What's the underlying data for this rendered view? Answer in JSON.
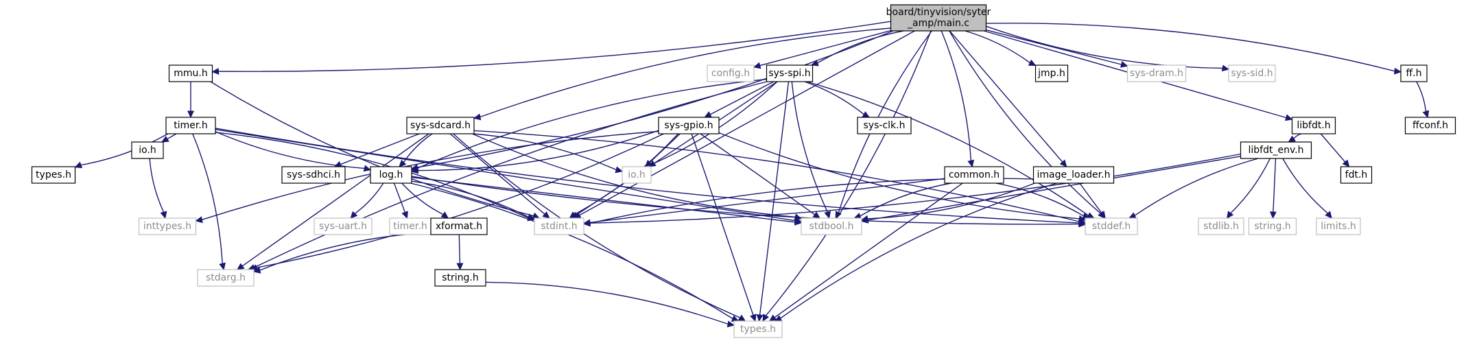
{
  "graph": {
    "nodes": [
      {
        "id": "main",
        "lines": [
          "board/tinyvision/syter",
          "_amp/main.c"
        ],
        "style": "root"
      },
      {
        "id": "mmu",
        "lines": [
          "mmu.h"
        ],
        "style": "black"
      },
      {
        "id": "config",
        "lines": [
          "config.h"
        ],
        "style": "gray"
      },
      {
        "id": "sysspi",
        "lines": [
          "sys-spi.h"
        ],
        "style": "black"
      },
      {
        "id": "jmp",
        "lines": [
          "jmp.h"
        ],
        "style": "black"
      },
      {
        "id": "sysdram",
        "lines": [
          "sys-dram.h"
        ],
        "style": "gray"
      },
      {
        "id": "syssid",
        "lines": [
          "sys-sid.h"
        ],
        "style": "gray"
      },
      {
        "id": "ff",
        "lines": [
          "ff.h"
        ],
        "style": "black"
      },
      {
        "id": "ffconf",
        "lines": [
          "ffconf.h"
        ],
        "style": "black"
      },
      {
        "id": "libfdt",
        "lines": [
          "libfdt.h"
        ],
        "style": "black"
      },
      {
        "id": "fdt",
        "lines": [
          "fdt.h"
        ],
        "style": "black"
      },
      {
        "id": "libfdtenv",
        "lines": [
          "libfdt_env.h"
        ],
        "style": "black"
      },
      {
        "id": "timer",
        "lines": [
          "timer.h"
        ],
        "style": "black"
      },
      {
        "id": "syssdcard",
        "lines": [
          "sys-sdcard.h"
        ],
        "style": "black"
      },
      {
        "id": "sysgpio",
        "lines": [
          "sys-gpio.h"
        ],
        "style": "black"
      },
      {
        "id": "sysclk",
        "lines": [
          "sys-clk.h"
        ],
        "style": "black"
      },
      {
        "id": "typesb",
        "lines": [
          "types.h"
        ],
        "style": "black"
      },
      {
        "id": "ioh",
        "lines": [
          "io.h"
        ],
        "style": "black"
      },
      {
        "id": "sdhci",
        "lines": [
          "sys-sdhci.h"
        ],
        "style": "black"
      },
      {
        "id": "log",
        "lines": [
          "log.h"
        ],
        "style": "black"
      },
      {
        "id": "iog",
        "lines": [
          "io.h"
        ],
        "style": "gray"
      },
      {
        "id": "common",
        "lines": [
          "common.h"
        ],
        "style": "black"
      },
      {
        "id": "imgldr",
        "lines": [
          "image_loader.h"
        ],
        "style": "black"
      },
      {
        "id": "inttypes",
        "lines": [
          "inttypes.h"
        ],
        "style": "gray"
      },
      {
        "id": "sysuart",
        "lines": [
          "sys-uart.h"
        ],
        "style": "gray"
      },
      {
        "id": "timerg",
        "lines": [
          "timer.h"
        ],
        "style": "gray"
      },
      {
        "id": "xformat",
        "lines": [
          "xformat.h"
        ],
        "style": "black"
      },
      {
        "id": "stdint",
        "lines": [
          "stdint.h"
        ],
        "style": "gray"
      },
      {
        "id": "stdbool",
        "lines": [
          "stdbool.h"
        ],
        "style": "gray"
      },
      {
        "id": "stddef",
        "lines": [
          "stddef.h"
        ],
        "style": "gray"
      },
      {
        "id": "stdlib",
        "lines": [
          "stdlib.h"
        ],
        "style": "gray"
      },
      {
        "id": "stringg",
        "lines": [
          "string.h"
        ],
        "style": "gray"
      },
      {
        "id": "limits",
        "lines": [
          "limits.h"
        ],
        "style": "gray"
      },
      {
        "id": "stdarg",
        "lines": [
          "stdarg.h"
        ],
        "style": "gray"
      },
      {
        "id": "stringb",
        "lines": [
          "string.h"
        ],
        "style": "black"
      },
      {
        "id": "typesg",
        "lines": [
          "types.h"
        ],
        "style": "gray"
      }
    ],
    "edges": [
      [
        "main",
        "mmu"
      ],
      [
        "main",
        "config"
      ],
      [
        "main",
        "sysspi"
      ],
      [
        "main",
        "jmp"
      ],
      [
        "main",
        "sysdram"
      ],
      [
        "main",
        "syssid"
      ],
      [
        "main",
        "ff"
      ],
      [
        "main",
        "libfdt"
      ],
      [
        "main",
        "syssdcard"
      ],
      [
        "main",
        "log"
      ],
      [
        "main",
        "stdint"
      ],
      [
        "main",
        "stdbool"
      ],
      [
        "main",
        "common"
      ],
      [
        "main",
        "imgldr"
      ],
      [
        "main",
        "stddef"
      ],
      [
        "main",
        "typesg"
      ],
      [
        "mmu",
        "timer"
      ],
      [
        "mmu",
        "stdint"
      ],
      [
        "ff",
        "ffconf"
      ],
      [
        "libfdt",
        "fdt"
      ],
      [
        "libfdt",
        "libfdtenv"
      ],
      [
        "libfdtenv",
        "stdint"
      ],
      [
        "libfdtenv",
        "stdbool"
      ],
      [
        "libfdtenv",
        "stddef"
      ],
      [
        "libfdtenv",
        "stdlib"
      ],
      [
        "libfdtenv",
        "stringg"
      ],
      [
        "libfdtenv",
        "limits"
      ],
      [
        "sysspi",
        "sysclk"
      ],
      [
        "sysspi",
        "sysgpio"
      ],
      [
        "sysspi",
        "log"
      ],
      [
        "sysspi",
        "iog"
      ],
      [
        "sysspi",
        "stdint"
      ],
      [
        "sysspi",
        "stdbool"
      ],
      [
        "sysspi",
        "stddef"
      ],
      [
        "sysspi",
        "typesg"
      ],
      [
        "sysspi",
        "stdarg"
      ],
      [
        "timer",
        "typesb"
      ],
      [
        "timer",
        "ioh"
      ],
      [
        "timer",
        "log"
      ],
      [
        "timer",
        "stdint"
      ],
      [
        "timer",
        "stdbool"
      ],
      [
        "timer",
        "stddef"
      ],
      [
        "timer",
        "stdarg"
      ],
      [
        "syssdcard",
        "sdhci"
      ],
      [
        "syssdcard",
        "log"
      ],
      [
        "syssdcard",
        "iog"
      ],
      [
        "syssdcard",
        "stdint"
      ],
      [
        "syssdcard",
        "stdbool"
      ],
      [
        "syssdcard",
        "stddef"
      ],
      [
        "syssdcard",
        "stdarg"
      ],
      [
        "syssdcard",
        "typesg"
      ],
      [
        "sysgpio",
        "log"
      ],
      [
        "sysgpio",
        "iog"
      ],
      [
        "sysgpio",
        "inttypes"
      ],
      [
        "sysgpio",
        "stdint"
      ],
      [
        "sysgpio",
        "stdbool"
      ],
      [
        "sysgpio",
        "stddef"
      ],
      [
        "sysgpio",
        "stdarg"
      ],
      [
        "sysgpio",
        "typesg"
      ],
      [
        "ioh",
        "inttypes"
      ],
      [
        "log",
        "sysuart"
      ],
      [
        "log",
        "timerg"
      ],
      [
        "log",
        "xformat"
      ],
      [
        "log",
        "stdint"
      ],
      [
        "log",
        "stdbool"
      ],
      [
        "log",
        "stddef"
      ],
      [
        "log",
        "typesg"
      ],
      [
        "xformat",
        "stringb"
      ],
      [
        "xformat",
        "stdarg"
      ],
      [
        "stringb",
        "typesg"
      ],
      [
        "common",
        "stdint"
      ],
      [
        "common",
        "stdbool"
      ],
      [
        "common",
        "stddef"
      ],
      [
        "common",
        "typesg"
      ],
      [
        "imgldr",
        "stdint"
      ],
      [
        "imgldr",
        "stdbool"
      ],
      [
        "imgldr",
        "stddef"
      ],
      [
        "imgldr",
        "typesg"
      ]
    ]
  }
}
